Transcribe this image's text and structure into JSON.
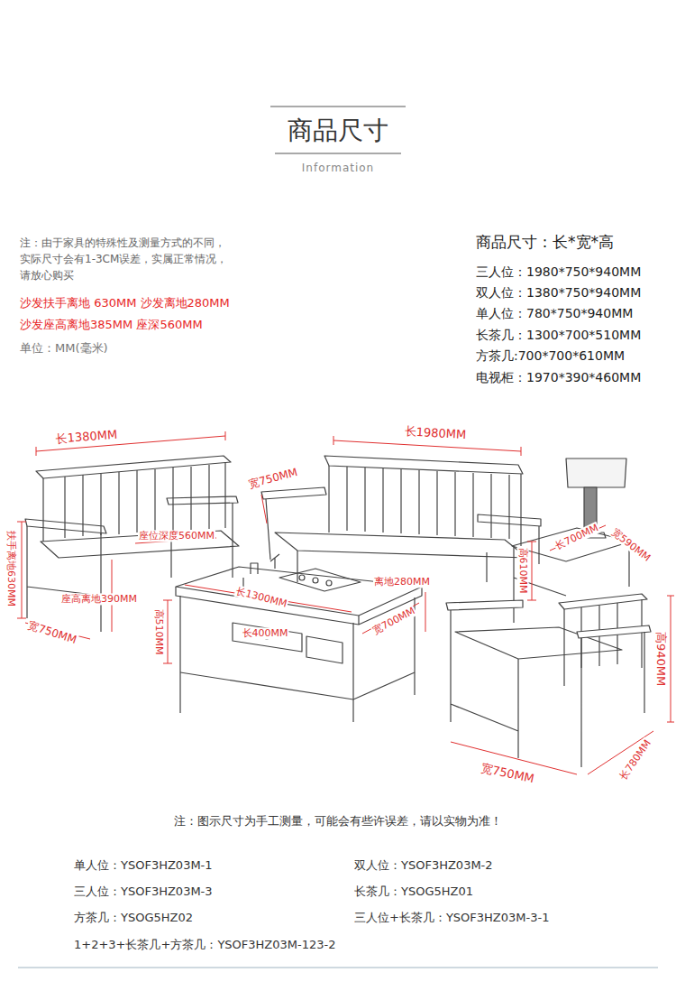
{
  "diagram": {
    "title": "商品尺寸",
    "labels": [
      "Information",
      "注：由于家具的特殊性及测量方式的不同，",
      "实际尺寸会有1-3CM误差，实属正常情况，",
      "请放心购买",
      "沙发扶手离地 630MM 沙发离地280MM",
      "沙发座高离地385MM 座深560MM",
      "单位：MM(毫米)",
      "商品尺寸：长*宽*高",
      "三人位：1980*750*940MM",
      "双人位：1380*750*940MM",
      "单人位：780*750*940MM",
      "长茶几：1300*700*510MM",
      "方茶几:700*700*610MM",
      "电视柜：1970*390*460MM",
      "长1380MM",
      "长1980MM",
      "宽750MM",
      "扶手离地630MM",
      "座位深度560MM",
      "座高离地390MM",
      "宽750MM",
      "长1300MM",
      "高510MM",
      "长400MM",
      "离地280MM",
      "宽700MM",
      "高610MM",
      "长700MM",
      "宽590MM",
      "高940MM",
      "宽750MM",
      "长780MM",
      "注：图示尺寸为手工测量，可能会有些许误差，请以实物为准！",
      "单人位：YSOF3HZ03M-1",
      "双人位：YSOF3HZ03M-2",
      "三人位：YSOF3HZ03M-3",
      "长茶几：YSOG5HZ01",
      "方茶几：YSOG5HZ02",
      "三人位+长茶几：YSOF3HZ03M-3-1",
      "1+2+3+长茶几+方茶几：YSOF3HZ03M-123-2"
    ]
  }
}
